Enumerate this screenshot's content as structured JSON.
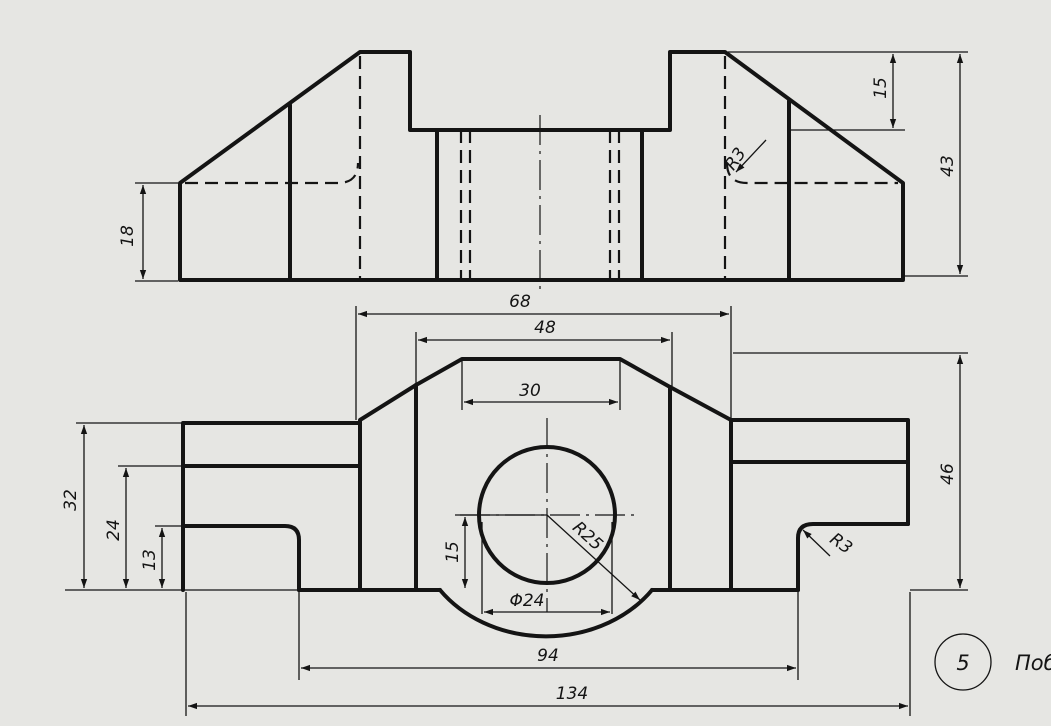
{
  "dimensions": {
    "d18": "18",
    "d15_top": "15",
    "d43": "43",
    "r3_top": "R3",
    "d68": "68",
    "d48": "48",
    "d30": "30",
    "d46": "46",
    "d32": "32",
    "d24": "24",
    "d13": "13",
    "d15_bottom": "15",
    "r25": "R25",
    "phi24": "Φ24",
    "r3_bottom": "R3",
    "d94": "94",
    "d134": "134"
  },
  "badge": {
    "number": "5"
  },
  "caption": {
    "text": "Поб"
  }
}
